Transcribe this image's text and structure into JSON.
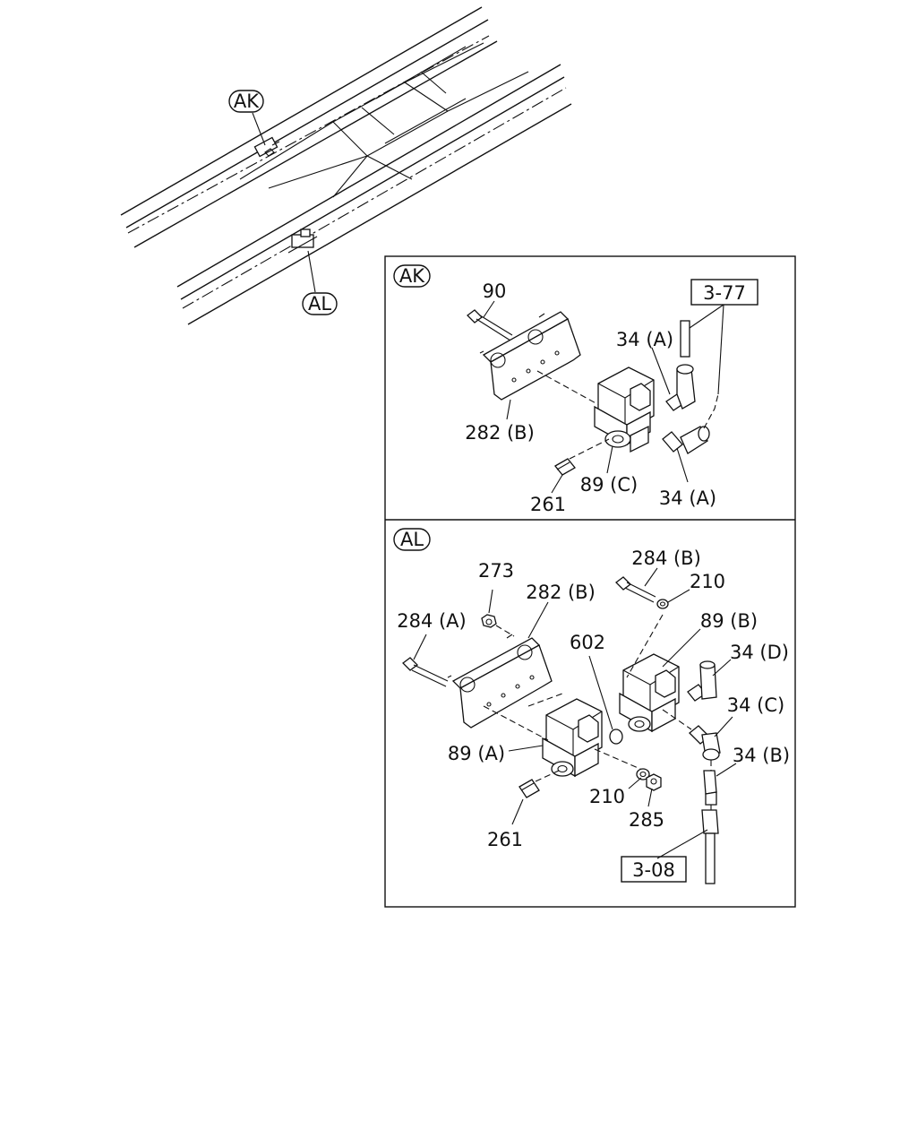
{
  "callouts": {
    "ak_top": "AK",
    "al_top": "AL",
    "ak_panel": "AK",
    "al_panel": "AL"
  },
  "refs": {
    "ak_ref": "3-77",
    "al_ref": "3-08"
  },
  "ak_labels": {
    "bolt": "90",
    "elbow_upper": "34 (A)",
    "bracket": "282 (B)",
    "valve": "89 (C)",
    "elbow_lower": "34 (A)",
    "plug": "261"
  },
  "al_labels": {
    "nut_top": "273",
    "bracket": "282 (B)",
    "bolt_left": "284 (A)",
    "bolt_right": "284 (B)",
    "washer_top": "210",
    "valve_b": "89 (B)",
    "oring": "602",
    "tee": "34 (D)",
    "elbow": "34 (C)",
    "connector": "34 (B)",
    "valve_a": "89 (A)",
    "washer_bottom": "210",
    "nut_bottom": "285",
    "plug": "261"
  }
}
